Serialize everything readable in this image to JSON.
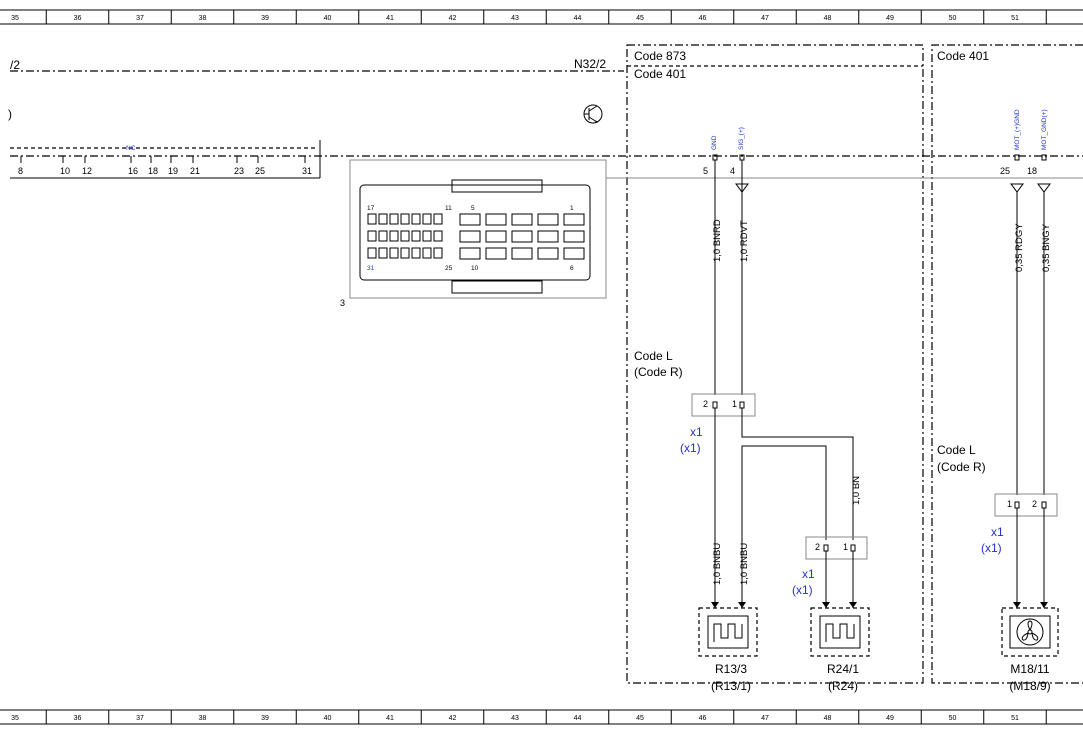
{
  "ruler": {
    "numbers": [
      "35",
      "36",
      "37",
      "38",
      "39",
      "40",
      "41",
      "42",
      "43",
      "44",
      "45",
      "46",
      "47",
      "48",
      "49",
      "50",
      "51"
    ]
  },
  "header": {
    "left_ref": "/2",
    "module": "N32/2",
    "left_paren": ")"
  },
  "connector_bar": {
    "nc_label": "NC",
    "pins_left": [
      "8",
      "10",
      "12",
      "16",
      "18",
      "19",
      "21",
      "23",
      "25",
      "31"
    ],
    "connector_ref": "3"
  },
  "connector_face": {
    "labels": [
      "17",
      "11",
      "5",
      "1",
      "31",
      "25",
      "10",
      "6"
    ]
  },
  "codes": {
    "code_873": "Code 873",
    "code_401_a": "Code 401",
    "code_401_b": "Code 401",
    "code_l_1": "Code L",
    "code_r_1": "(Code R)",
    "code_l_2": "Code L",
    "code_r_2": "(Code R)"
  },
  "signals": {
    "gnd": "GND",
    "sig": "SIG_(+)",
    "mot_gnd": "MOT_(+)GND",
    "mot_gnd2": "MOT_GND(+)"
  },
  "pins_top": {
    "p5": "5",
    "p4": "4",
    "p25": "25",
    "p18": "18"
  },
  "wires": {
    "bnrd": "1,0 BNRD",
    "rdvt": "1,0 RDVT",
    "rdgy": "0,35 RDGY",
    "bngy": "0,35 BNGY",
    "bn": "1,0 BN",
    "bnbu1": "1,0 BNBU",
    "bnbu2": "1,0 BNBU"
  },
  "connectors": {
    "x1_a": "x1",
    "x1_a_paren": "(x1)",
    "x1_b": "x1",
    "x1_b_paren": "(x1)",
    "x1_c": "x1",
    "x1_c_paren": "(x1)",
    "pin2": "2",
    "pin1": "1"
  },
  "components": {
    "r13_3": "R13/3",
    "r13_1": "(R13/1)",
    "r24_1": "R24/1",
    "r24": "(R24)",
    "m18_11": "M18/11",
    "m18_9": "(M18/9)"
  }
}
